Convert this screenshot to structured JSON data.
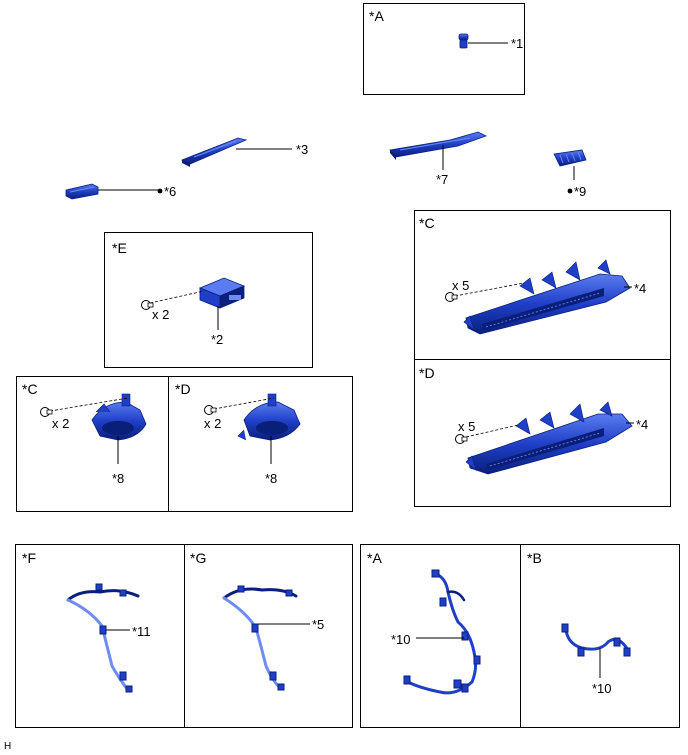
{
  "panels": {
    "top_a": "*A",
    "e": "*E",
    "c_right": "*C",
    "d_right": "*D",
    "c_left": "*C",
    "d_left": "*D",
    "f": "*F",
    "g": "*G",
    "a_bottom": "*A",
    "b_bottom": "*B"
  },
  "callouts": {
    "n1": "*1",
    "n2": "*2",
    "n3": "*3",
    "n4_upper": "*4",
    "n4_lower": "*4",
    "n5": "*5",
    "n6": "*6",
    "n7": "*7",
    "n8_left": "*8",
    "n8_right": "*8",
    "n9": "*9",
    "n10_a": "*10",
    "n10_b": "*10",
    "n11": "*11"
  },
  "quantities": {
    "e": "x 2",
    "c_left": "x 2",
    "d_left": "x 2",
    "c_right": "x 5",
    "d_right": "x 5"
  },
  "footer": {
    "code": "H"
  },
  "colors": {
    "part_blue": "#1f3fc8",
    "part_dark": "#0a1f7a",
    "part_light": "#6f8cf0"
  }
}
